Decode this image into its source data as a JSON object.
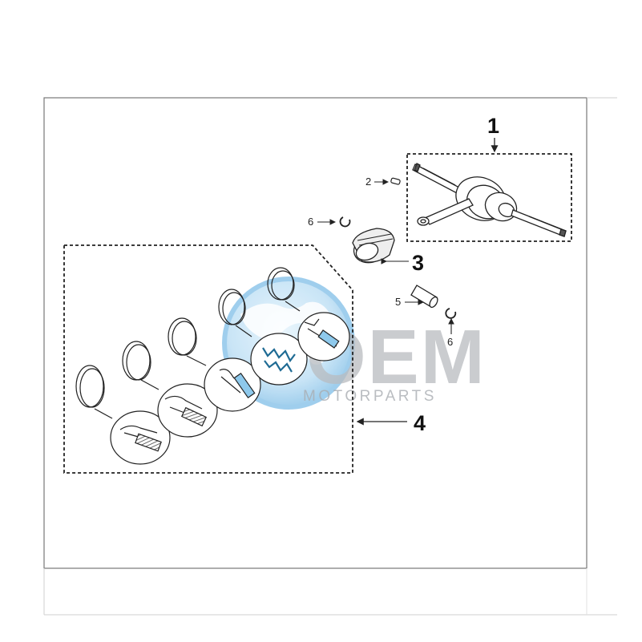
{
  "diagram": {
    "callouts": {
      "c1": "1",
      "c2": "2",
      "c3": "3",
      "c4": "4",
      "c5": "5",
      "c6a": "6",
      "c6b": "6"
    },
    "watermark": {
      "brand": "OEM",
      "tagline": "MOTORPARTS",
      "globe_color": "#8fc6ea",
      "text_color": "#b9bcc0"
    },
    "line_color": "#222222",
    "frame_color": "#777777",
    "highlight_color": "#8ec9ec"
  }
}
